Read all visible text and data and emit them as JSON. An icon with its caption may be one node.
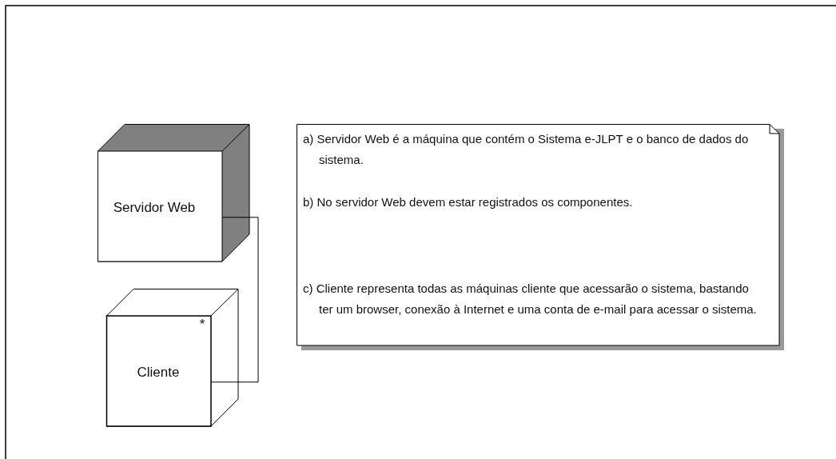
{
  "diagram": {
    "nodes": [
      {
        "text": [
          "Servidor Web"
        ]
      },
      {
        "text": [
          "Cliente",
          "*"
        ]
      },
      {
        "text": [
          "a) Servidor Web é a máquina que contém o Sistema e-JLPT e o banco de dados do sistema.",
          "b) No servidor Web devem estar registrados os componentes.",
          "c) Cliente representa todas as máquinas cliente que acessarão o sistema, bastando ter um browser, conexão à Internet e uma conta de e-mail para acessar o sistema."
        ]
      }
    ],
    "edges": [
      {
        "from": 0,
        "to": 1,
        "arrow": "none"
      }
    ]
  }
}
